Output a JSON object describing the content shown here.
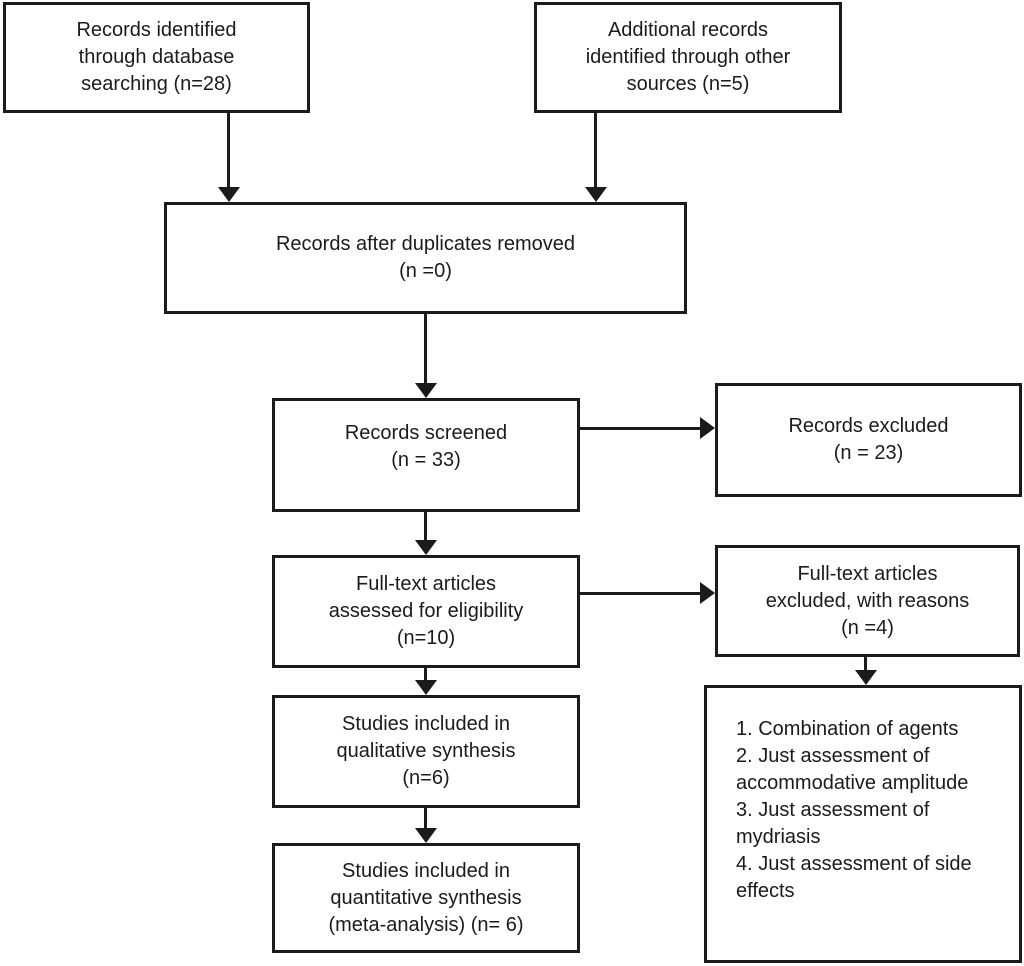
{
  "diagram_type": "flowchart",
  "colors": {
    "line": "#1b1b1b",
    "text": "#1b1b1b",
    "background": "#ffffff"
  },
  "boxes": {
    "identified": {
      "lines": [
        "Records identified",
        "through database",
        "searching (n=28)"
      ]
    },
    "additional": {
      "lines": [
        "Additional records",
        "identified through other",
        "sources (n=5)"
      ]
    },
    "duplicates": {
      "lines": [
        "Records after duplicates removed",
        "(n =0)"
      ]
    },
    "screened": {
      "lines": [
        "Records screened",
        "(n = 33)"
      ]
    },
    "excluded": {
      "lines": [
        "Records excluded",
        "(n = 23)"
      ]
    },
    "fulltext": {
      "lines": [
        "Full-text articles",
        "assessed for eligibility",
        "(n=10)"
      ]
    },
    "fulltext_excluded": {
      "lines": [
        "Full-text articles",
        "excluded, with reasons",
        "(n =4)"
      ]
    },
    "reasons": {
      "lines": [
        "1. Combination of agents",
        "2. Just assessment of",
        "accommodative amplitude",
        "3. Just assessment of",
        "mydriasis",
        "4. Just assessment of side",
        "effects"
      ]
    },
    "qualitative": {
      "lines": [
        "Studies included in",
        "qualitative synthesis",
        "(n=6)"
      ]
    },
    "quantitative": {
      "lines": [
        "Studies included in",
        "quantitative synthesis",
        "(meta-analysis) (n= 6)"
      ]
    }
  }
}
